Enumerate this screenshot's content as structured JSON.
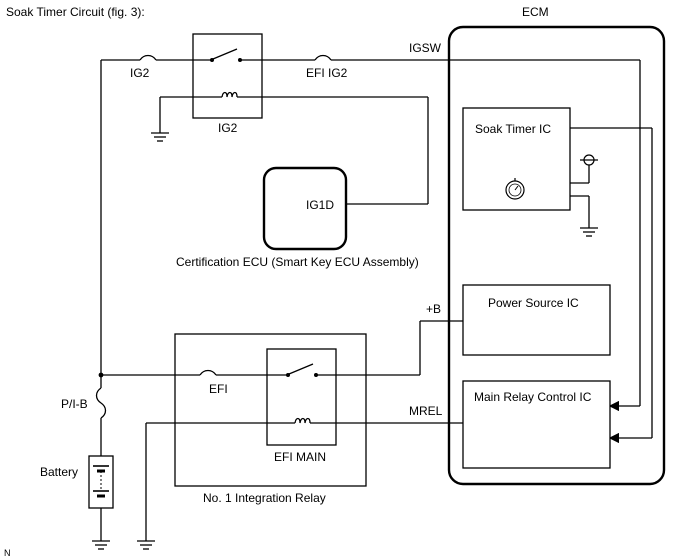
{
  "title": "Soak Timer Circuit (fig. 3):",
  "labels": {
    "ecm": "ECM",
    "igsw": "IGSW",
    "ig2_fuse": "IG2",
    "efi_ig2": "EFI IG2",
    "ig2_relay": "IG2",
    "soak_timer_ic": "Soak Timer IC",
    "ig1d": "IG1D",
    "cert_ecu": "Certification ECU (Smart Key ECU Assembly)",
    "plus_b": "+B",
    "power_source_ic": "Power Source IC",
    "efi": "EFI",
    "pib": "P/I-B",
    "mrel": "MREL",
    "main_relay_ic": "Main Relay Control IC",
    "battery": "Battery",
    "efi_main": "EFI MAIN",
    "integration_relay": "No. 1 Integration Relay",
    "corner": "N"
  }
}
